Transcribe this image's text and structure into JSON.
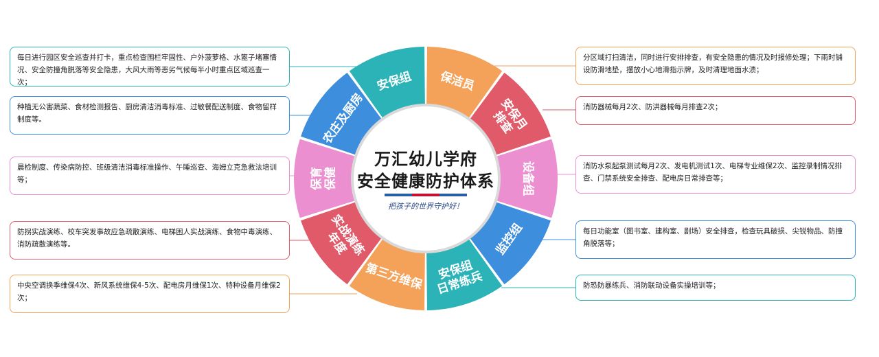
{
  "center": {
    "title_line1": "万汇幼儿学府",
    "title_line2": "安全健康防护体系",
    "slogan": "把孩子的世界守护好！",
    "stripe_colors": [
      "#2a5caa",
      "#c8102e",
      "#2a5caa"
    ]
  },
  "segments": [
    {
      "label": "保洁员",
      "color": "#f4a259"
    },
    {
      "label": "安保月排查",
      "color": "#e05a6a"
    },
    {
      "label": "设备组",
      "color": "#ec8fd0"
    },
    {
      "label": "监控组",
      "color": "#3d8fde"
    },
    {
      "label": "安保组日常练兵",
      "color": "#2bb3b8"
    },
    {
      "label": "第三方维保",
      "color": "#f4a259"
    },
    {
      "label": "实战演练年度",
      "color": "#e05a6a"
    },
    {
      "label": "保育保健",
      "color": "#ec8fd0"
    },
    {
      "label": "农庄及厨房",
      "color": "#3d8fde"
    },
    {
      "label": "安保组",
      "color": "#2bb3b8"
    }
  ],
  "boxes": {
    "right_1": {
      "text": "分区域打扫清洁，同时进行安排排查，有安全隐患的情况及时报修处理；下雨时铺设防滑地垫，摆放小心地滑指示牌，及时清理地面水渍；",
      "color": "#f4a259"
    },
    "right_2": {
      "text": "消防器械每月2次、防洪器械每月排查2次；",
      "color": "#e05a6a"
    },
    "right_3": {
      "text": "消防水泵起泵测试每月2次、发电机测试1次、电梯专业维保2次、监控录制情况排查、门禁系统安全排查、配电房日常排查等；",
      "color": "#ec8fd0"
    },
    "right_4": {
      "text": "每日功能室（图书室、建构室、剧场）安全排查，检查玩具破损、尖锐物品、防撞角脱落等；",
      "color": "#3d8fde"
    },
    "right_5": {
      "text": "防恐防暴练兵、消防联动设备实操培训等；",
      "color": "#2bb3b8"
    },
    "left_1": {
      "text": "每日进行园区安全巡查并打卡，重点检查围栏牢固性、户外菠萝格、水篦子堵塞情况、安全防撞角脱落等安全隐患，大风大雨等恶劣气候每半小时重点区域巡查一次；",
      "color": "#2bb3b8"
    },
    "left_2": {
      "text": "种植无公害蔬菜、食材检测报告、厨房清洁消毒标准、过敏餐配送制度、食物留样制度等。",
      "color": "#3d8fde"
    },
    "left_3": {
      "text": "晨检制度、传染病防控、班级清洁消毒标准操作、午睡巡查、海姆立克急救法培训等；",
      "color": "#ec8fd0"
    },
    "left_4": {
      "text": "防拐实战演练、校车突发事故应急疏散演练、电梯困人实战演练、食物中毒演练、消防疏散演练等。",
      "color": "#e05a6a"
    },
    "left_5": {
      "text": "中央空调换季维保4次、新风系统维保4-5次、配电房月维保1次、特种设备月维保2次；",
      "color": "#f4a259"
    }
  }
}
